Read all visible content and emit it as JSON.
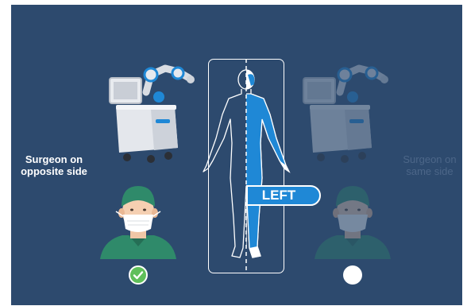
{
  "options": {
    "opposite": {
      "label": "Surgeon on\nopposite side",
      "selected": true,
      "icon": "check-icon"
    },
    "same": {
      "label": "Surgeon on\nsame side",
      "selected": false
    }
  },
  "patient": {
    "side_label": "LEFT"
  },
  "colors": {
    "background": "#2d4a6e",
    "accent_blue": "#1f88d6",
    "selected_green": "#5fbf5a",
    "scrubs_green": "#2f8a6a",
    "disabled_text": "#4c6688"
  }
}
